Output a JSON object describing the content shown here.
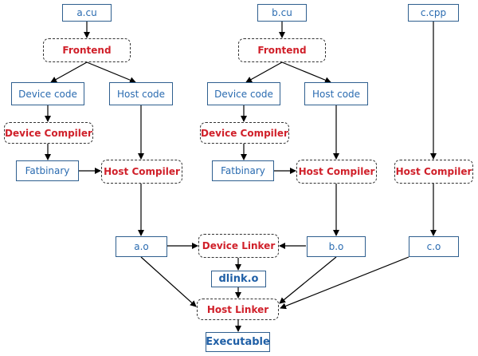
{
  "diagram": {
    "colors": {
      "file_text": "#2a6bb0",
      "tool_text": "#d0202a",
      "output_text": "#1f5fa6",
      "edge": "#000000"
    },
    "nodes": {
      "a_cu": "a.cu",
      "b_cu": "b.cu",
      "c_cpp": "c.cpp",
      "frontend_a": "Frontend",
      "frontend_b": "Frontend",
      "device_code_a": "Device code",
      "host_code_a": "Host code",
      "device_code_b": "Device code",
      "host_code_b": "Host code",
      "device_compiler_a": "Device Compiler",
      "device_compiler_b": "Device Compiler",
      "fatbinary_a": "Fatbinary",
      "fatbinary_b": "Fatbinary",
      "host_compiler_a": "Host Compiler",
      "host_compiler_b": "Host Compiler",
      "host_compiler_c": "Host Compiler",
      "a_o": "a.o",
      "b_o": "b.o",
      "c_o": "c.o",
      "device_linker": "Device Linker",
      "dlink_o": "dlink.o",
      "host_linker": "Host Linker",
      "executable": "Executable"
    }
  }
}
